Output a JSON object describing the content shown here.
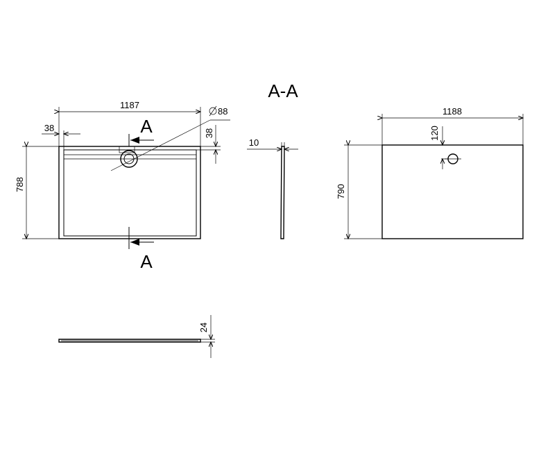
{
  "section_title": "A-A",
  "section_marker_top": "A",
  "section_marker_bottom": "A",
  "dimensions": {
    "tray_width": "1187",
    "tray_rim_left": "38",
    "tray_rim_top": "38",
    "drain_diameter": "88",
    "tray_height": "788",
    "side_thickness": "10",
    "panel_width": "1188",
    "panel_hole_offset": "120",
    "panel_height": "790",
    "tray_depth": "24"
  },
  "colors": {
    "line": "#000000",
    "background": "#ffffff"
  }
}
